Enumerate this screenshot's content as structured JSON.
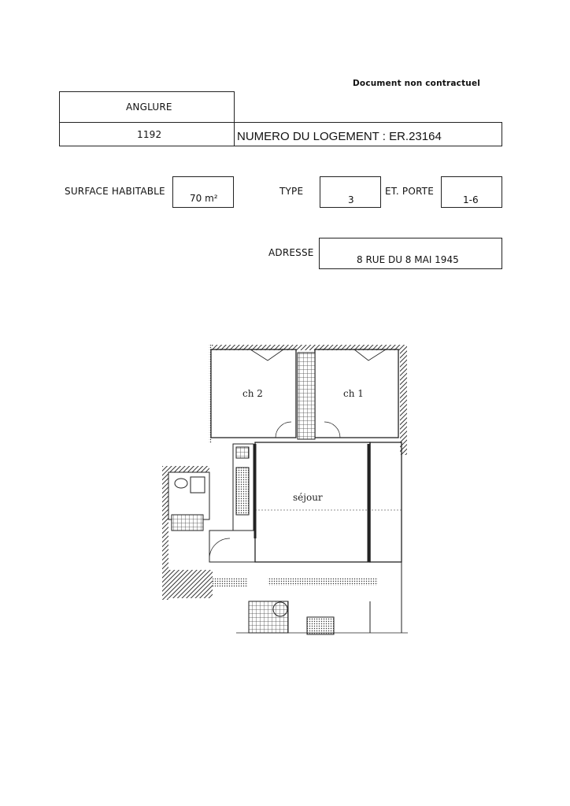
{
  "header": {
    "disclaimer": "Document non contractuel",
    "commune": "ANGLURE",
    "code": "1192",
    "logement": "NUMERO DU LOGEMENT : ER.23164"
  },
  "details": {
    "surface_label": "SURFACE HABITABLE",
    "surface_value": "70 m²",
    "type_label": "TYPE",
    "type_value": "3",
    "etage_label": "ET. PORTE",
    "etage_value": "1-6",
    "adresse_label": "ADRESSE",
    "adresse_value": "8 RUE DU 8 MAI 1945"
  },
  "plan": {
    "room_ch2": "ch 2",
    "room_ch1": "ch 1",
    "room_sejour": "séjour"
  }
}
